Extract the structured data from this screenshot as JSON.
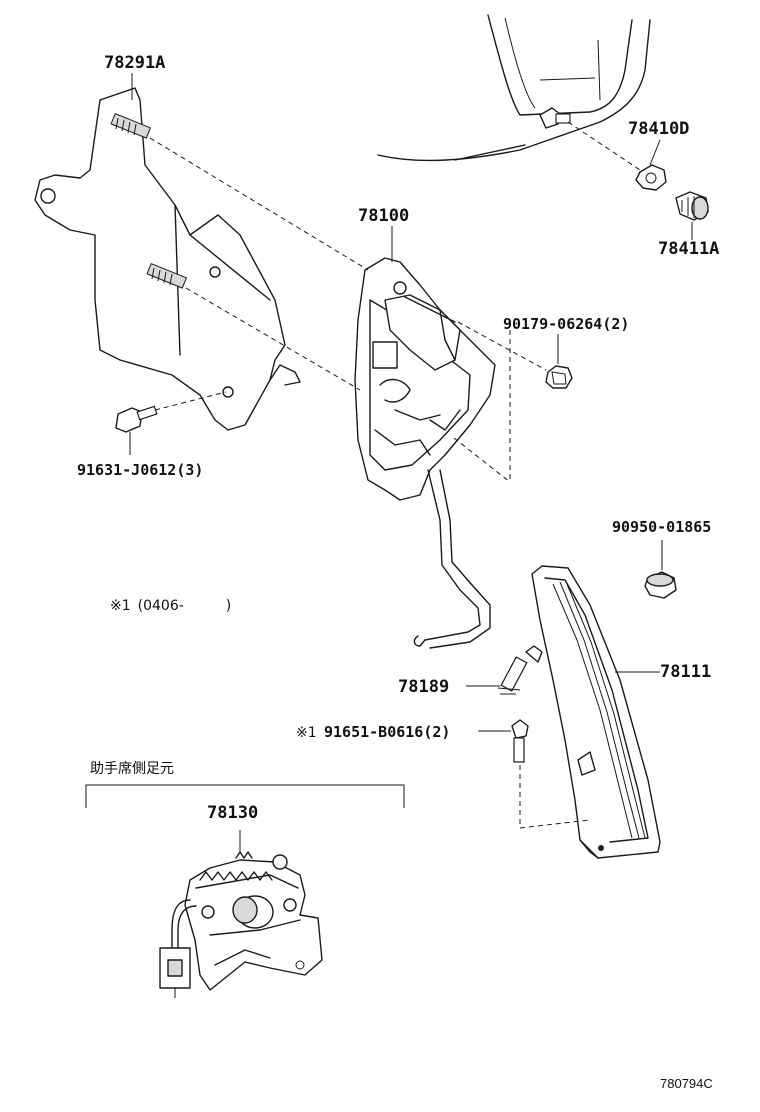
{
  "parts": {
    "p78291A": "78291A",
    "p78410D": "78410D",
    "p78411A": "78411A",
    "p78100": "78100",
    "p90179": "90179-06264(2)",
    "p91631": "91631-J0612(3)",
    "p90950": "90950-01865",
    "p78111": "78111",
    "p78189": "78189",
    "p91651_mark": "※1",
    "p91651": "91651-B0616(2)",
    "p78130": "78130"
  },
  "notes": {
    "footnote": "※1 (0406-   )",
    "passenger_side": "助手席側足元",
    "ref_code": "780794C"
  }
}
